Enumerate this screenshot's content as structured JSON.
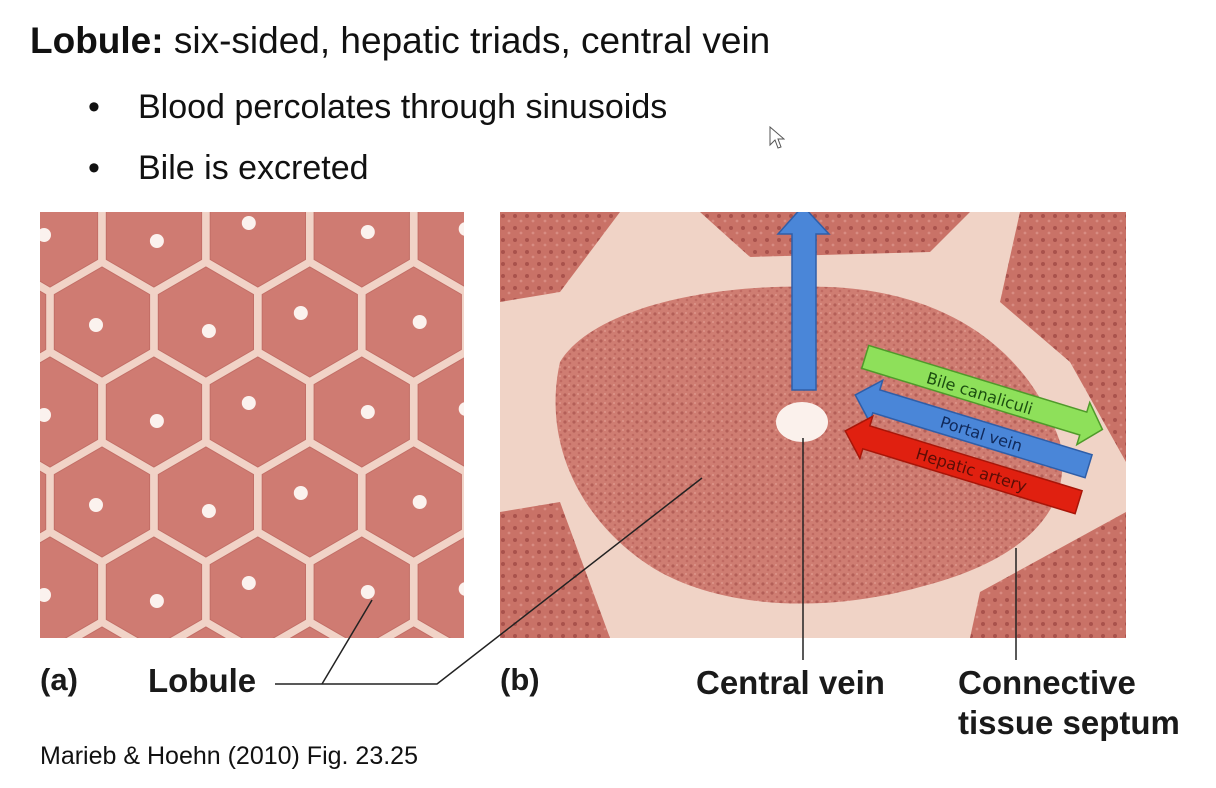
{
  "title": {
    "bold": "Lobule:",
    "rest": " six-sided, hepatic triads, central vein"
  },
  "bullets": [
    "Blood percolates through sinusoids",
    "Bile is excreted"
  ],
  "panel_a": {
    "label": "(a)"
  },
  "panel_b": {
    "label": "(b)"
  },
  "labels": {
    "lobule": "Lobule",
    "central_vein": "Central vein",
    "septum_line1": "Connective",
    "septum_line2": "tissue septum"
  },
  "arrows": {
    "bile": {
      "label": "Bile canaliculi",
      "color": "#8ee05a"
    },
    "portal": {
      "label": "Portal vein",
      "color": "#4a86d8"
    },
    "artery": {
      "label": "Hepatic artery",
      "color": "#e02010"
    },
    "up": {
      "color": "#4a86d8"
    }
  },
  "colors": {
    "tissue": "#e6a79c",
    "lobule": "#cf7b72",
    "septum": "#f1d3c7"
  },
  "citation": "Marieb & Hoehn (2010) Fig. 23.25"
}
